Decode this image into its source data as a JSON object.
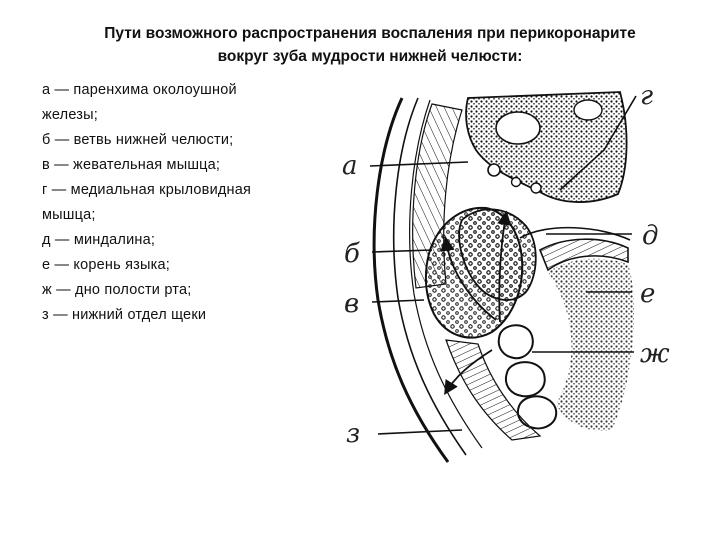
{
  "title": {
    "line1": "Пути возможного распространения воспаления при перикоронарите",
    "line2": "вокруг зуба мудрости нижней челюсти:"
  },
  "legend": [
    "а — паренхима околоушной железы;",
    "б — ветвь нижней челюсти;",
    "в — жевательная мышца;",
    "г — медиальная крыловидная мышца;",
    "д — миндалина;",
    "е — корень языка;",
    "ж — дно полости рта;",
    "з — нижний отдел щеки"
  ],
  "labels": {
    "a": "а",
    "b": "б",
    "v": "в",
    "g": "г",
    "d": "д",
    "e": "е",
    "zh": "ж",
    "z": "з"
  },
  "colors": {
    "ink": "#111111",
    "paper": "#ffffff"
  }
}
